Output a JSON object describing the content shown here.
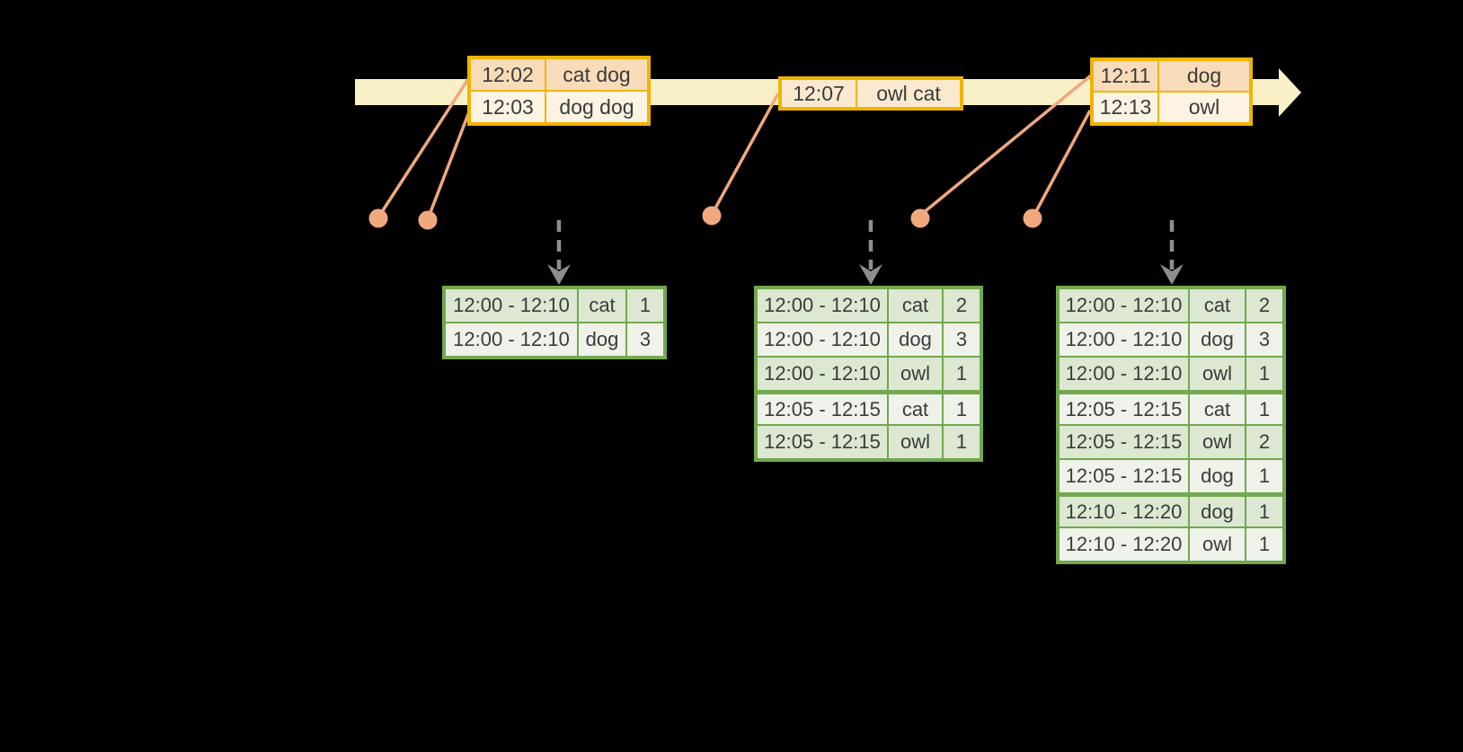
{
  "diagram": {
    "description": "windowed grouped aggregation stream diagram",
    "colors": {
      "background": "#000000",
      "timeline_band": "#faf0c7",
      "event_table_border": "#f0b400",
      "event_row_peach": "#f8dcb9",
      "event_row_cream": "#fdf3e3",
      "event_row_mid": "#fbe9cf",
      "connector_orange": "#f0a87d",
      "trigger_arrow_gray": "#8e8e8e",
      "result_table_border": "#72a84f",
      "result_row_dark": "#dce8d2",
      "result_row_light": "#eef2e9",
      "text": "#3b3b3b"
    },
    "event_tables": [
      {
        "rows": [
          {
            "time": "12:02",
            "words": "cat dog"
          },
          {
            "time": "12:03",
            "words": "dog dog"
          }
        ]
      },
      {
        "rows": [
          {
            "time": "12:07",
            "words": "owl cat"
          }
        ]
      },
      {
        "rows": [
          {
            "time": "12:11",
            "words": "dog"
          },
          {
            "time": "12:13",
            "words": "owl"
          }
        ]
      }
    ],
    "result_tables": [
      {
        "rows": [
          {
            "window": "12:00 - 12:10",
            "word": "cat",
            "count": "1"
          },
          {
            "window": "12:00 - 12:10",
            "word": "dog",
            "count": "3"
          }
        ]
      },
      {
        "rows": [
          {
            "window": "12:00 - 12:10",
            "word": "cat",
            "count": "2"
          },
          {
            "window": "12:00 - 12:10",
            "word": "dog",
            "count": "3"
          },
          {
            "window": "12:00 - 12:10",
            "word": "owl",
            "count": "1"
          },
          {
            "window": "12:05 - 12:15",
            "word": "cat",
            "count": "1"
          },
          {
            "window": "12:05 - 12:15",
            "word": "owl",
            "count": "1"
          }
        ]
      },
      {
        "rows": [
          {
            "window": "12:00 - 12:10",
            "word": "cat",
            "count": "2"
          },
          {
            "window": "12:00 - 12:10",
            "word": "dog",
            "count": "3"
          },
          {
            "window": "12:00 - 12:10",
            "word": "owl",
            "count": "1"
          },
          {
            "window": "12:05 - 12:15",
            "word": "cat",
            "count": "1"
          },
          {
            "window": "12:05 - 12:15",
            "word": "owl",
            "count": "2"
          },
          {
            "window": "12:05 - 12:15",
            "word": "dog",
            "count": "1"
          },
          {
            "window": "12:10 - 12:20",
            "word": "dog",
            "count": "1"
          },
          {
            "window": "12:10 - 12:20",
            "word": "owl",
            "count": "1"
          }
        ]
      }
    ]
  }
}
